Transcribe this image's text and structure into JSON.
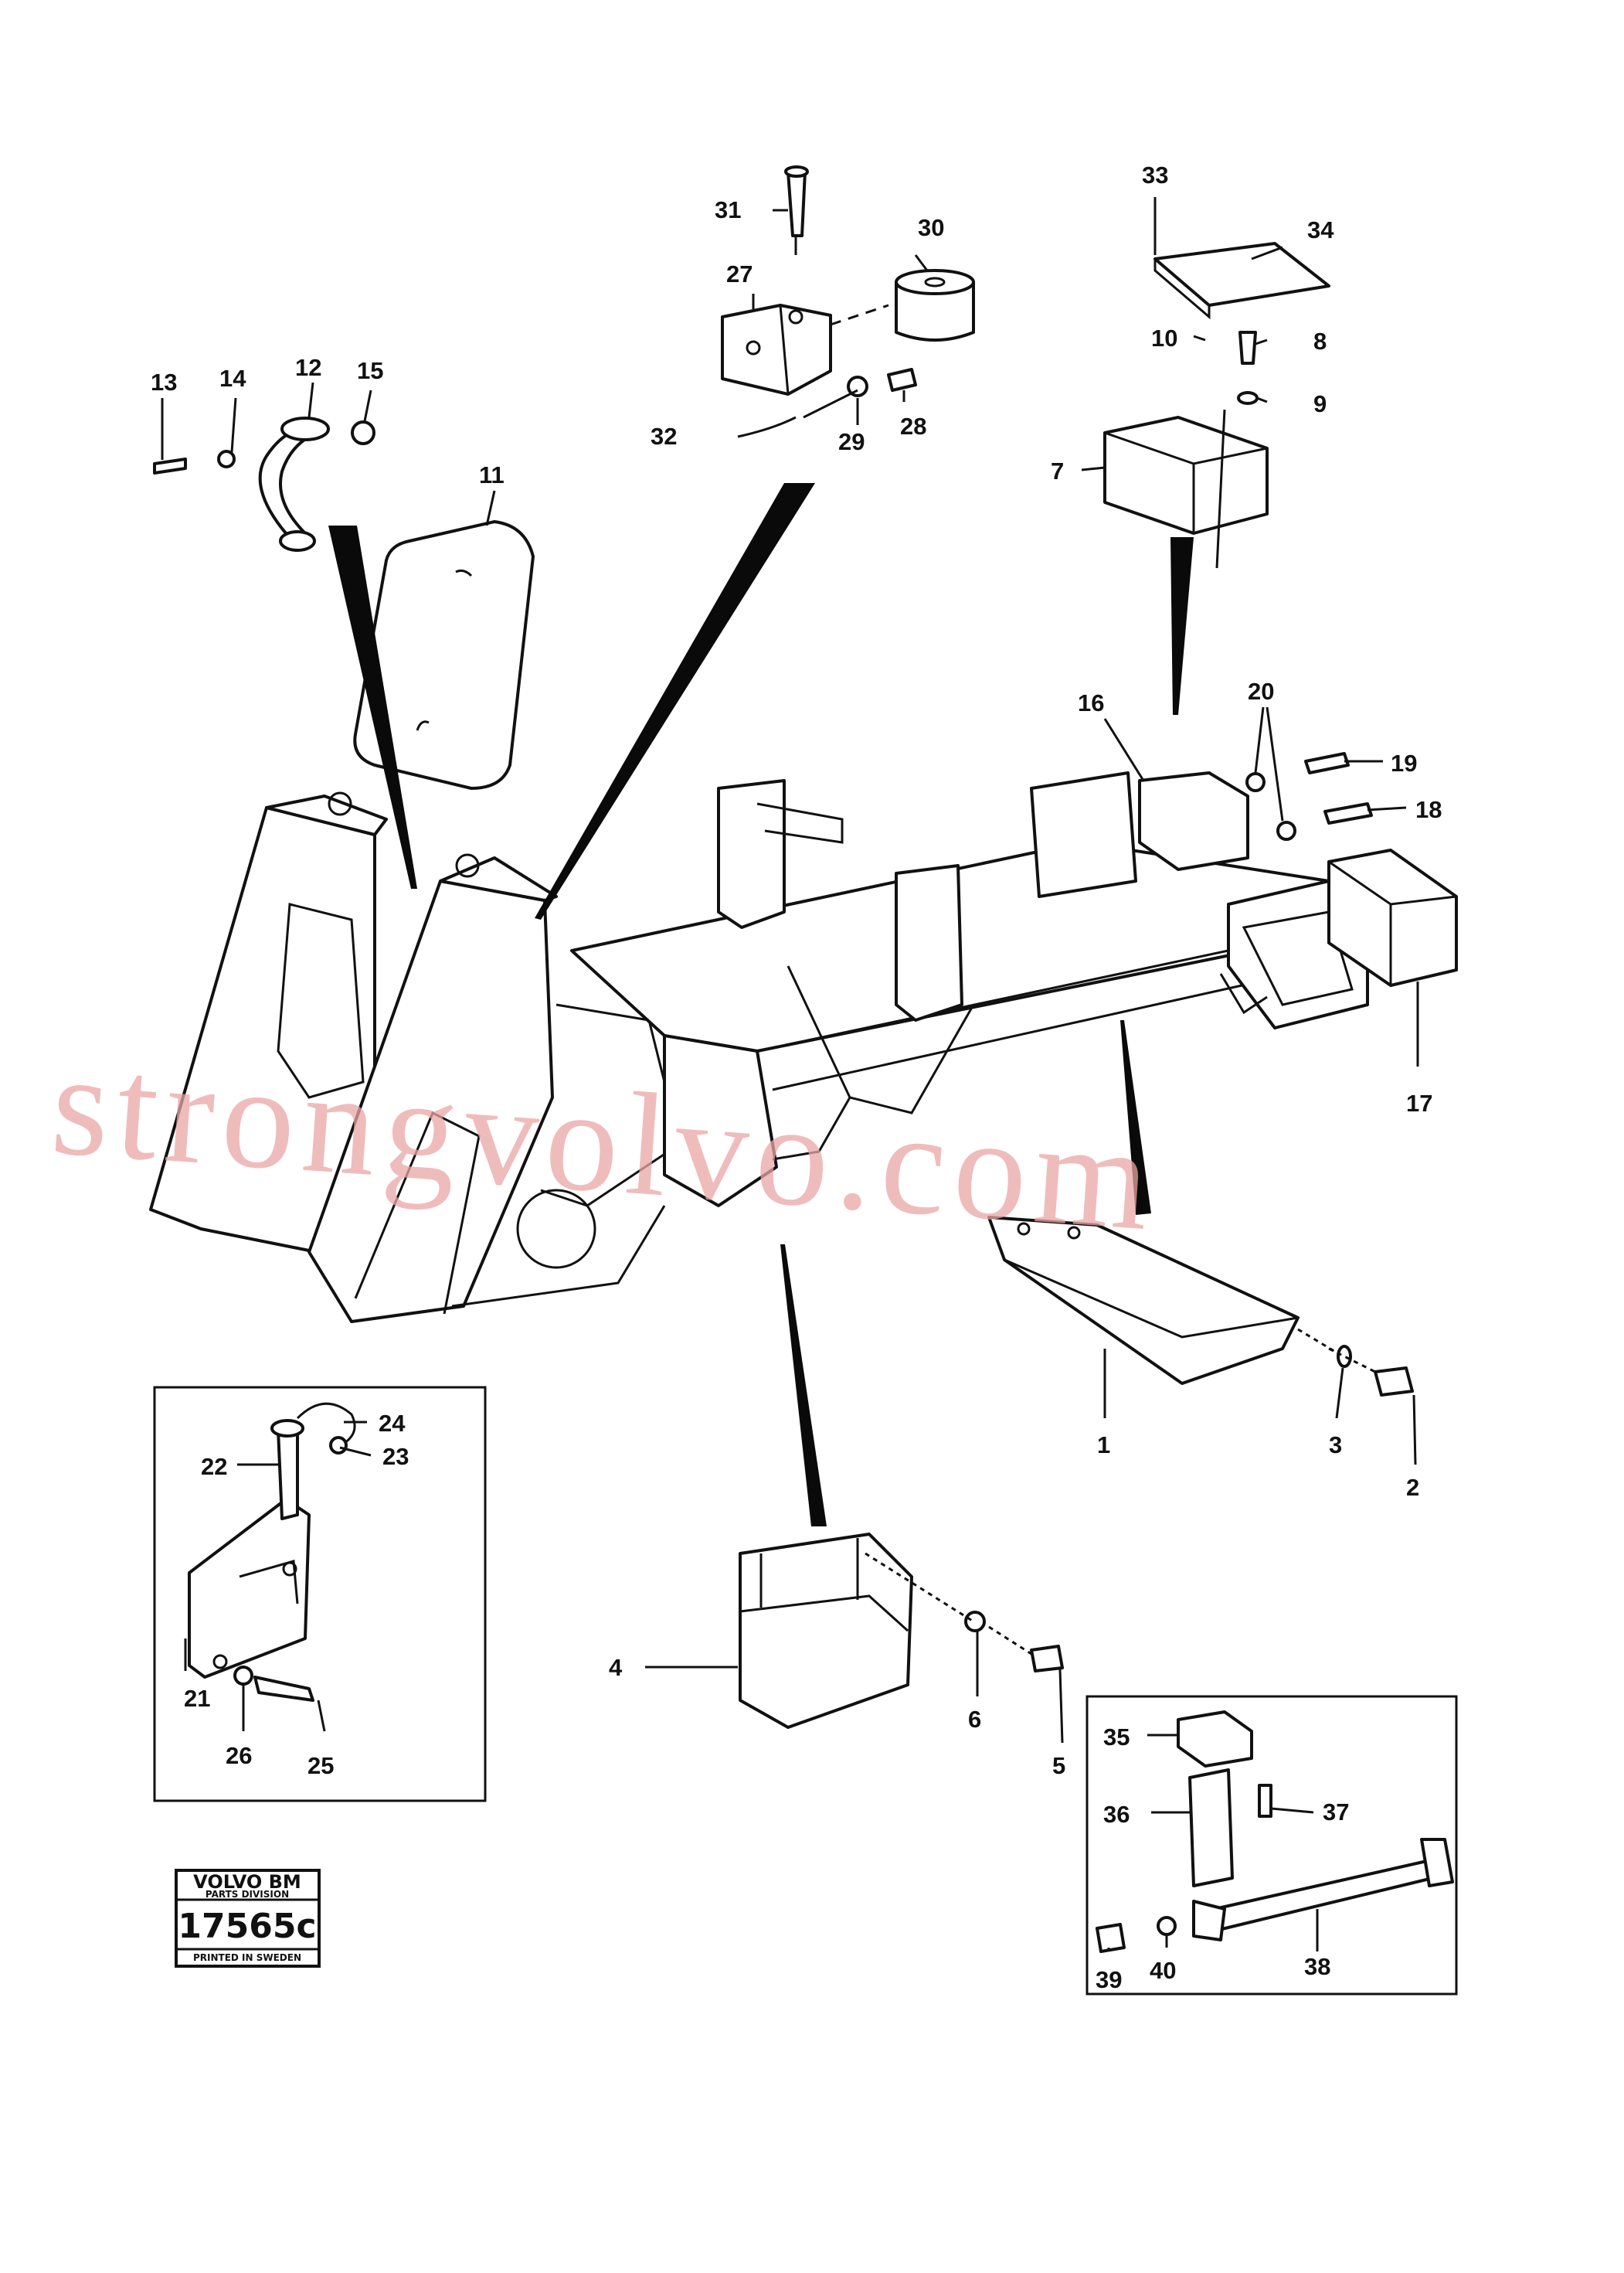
{
  "diagram": {
    "part_numbers": [
      "1",
      "2",
      "3",
      "4",
      "5",
      "6",
      "7",
      "8",
      "9",
      "10",
      "11",
      "12",
      "13",
      "14",
      "15",
      "16",
      "17",
      "18",
      "19",
      "20",
      "21",
      "22",
      "23",
      "24",
      "25",
      "26",
      "27",
      "28",
      "29",
      "30",
      "31",
      "32",
      "33",
      "34",
      "35",
      "36",
      "37",
      "38",
      "39",
      "40"
    ]
  },
  "stamp": {
    "brand": "VOLVO BM",
    "division": "PARTS DIVISION",
    "number": "17565c",
    "printed": "PRINTED IN SWEDEN"
  },
  "watermark": {
    "text": "strongvolvo.com"
  }
}
